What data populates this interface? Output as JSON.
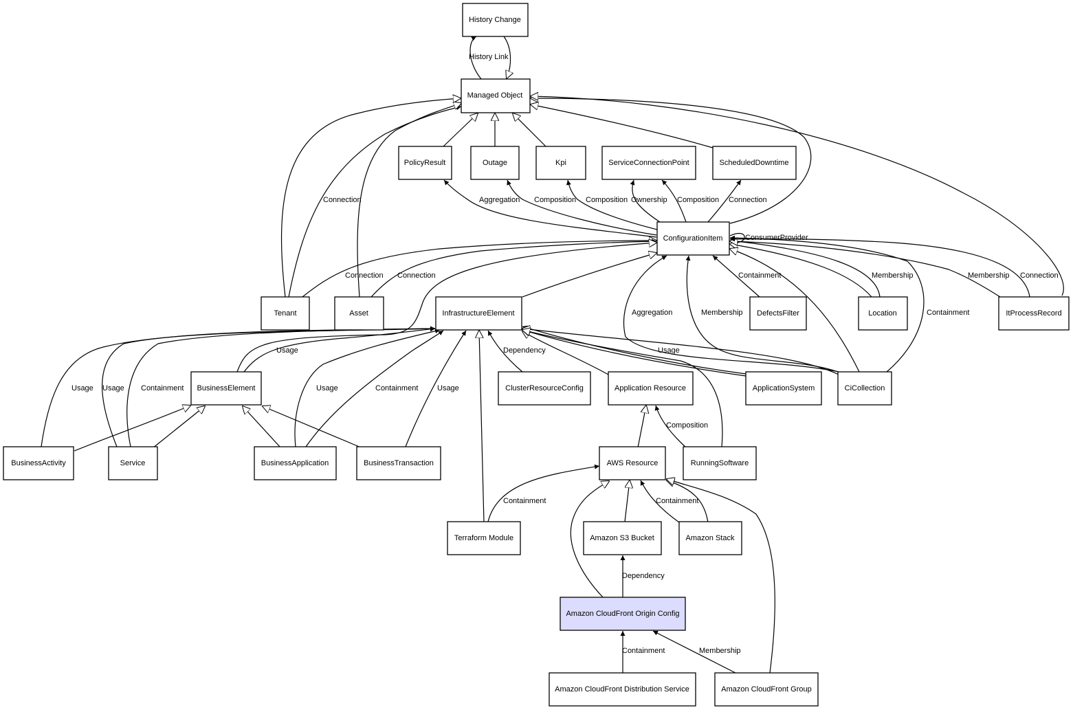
{
  "colors": {
    "node_fill": "#ffffff",
    "highlight_fill": "#dcdcff",
    "stroke": "#000000"
  },
  "nodes": {
    "history_change": "History Change",
    "managed_object": "Managed Object",
    "policy_result": "PolicyResult",
    "outage": "Outage",
    "kpi": "Kpi",
    "service_connection_point": "ServiceConnectionPoint",
    "scheduled_downtime": "ScheduledDowntime",
    "configuration_item": "ConfigurationItem",
    "tenant": "Tenant",
    "asset": "Asset",
    "infrastructure_element": "InfrastructureElement",
    "defects_filter": "DefectsFilter",
    "location": "Location",
    "it_process_record": "ItProcessRecord",
    "business_element": "BusinessElement",
    "cluster_resource_config": "ClusterResourceConfig",
    "application_resource": "Application Resource",
    "application_system": "ApplicationSystem",
    "ci_collection": "CiCollection",
    "business_activity": "BusinessActivity",
    "service": "Service",
    "business_application": "BusinessApplication",
    "business_transaction": "BusinessTransaction",
    "aws_resource": "AWS Resource",
    "running_software": "RunningSoftware",
    "terraform_module": "Terraform Module",
    "amazon_s3_bucket": "Amazon S3 Bucket",
    "amazon_stack": "Amazon Stack",
    "amazon_cloudfront_origin_config": "Amazon CloudFront Origin Config",
    "amazon_cloudfront_distribution_service": "Amazon CloudFront Distribution Service",
    "amazon_cloudfront_group": "Amazon CloudFront Group"
  },
  "edge_labels": {
    "history_link": "History Link",
    "aggregation_policy": "Aggregation",
    "composition_outage": "Composition",
    "composition_kpi": "Composition",
    "ownership_scp": "Ownership",
    "composition_scp": "Composition",
    "connection_sd": "Connection",
    "consumer_provider": "ConsumerProvider",
    "connection_tenant_mo": "Connection",
    "connection_tenant_ci": "Connection",
    "connection_asset_ci": "Connection",
    "containment_defects": "Containment",
    "membership_location": "Membership",
    "membership_itpr": "Membership",
    "connection_itpr": "Connection",
    "aggregation_cic": "Aggregation",
    "membership_cic": "Membership",
    "containment_cic": "Containment",
    "usage_be": "Usage",
    "dependency_crc": "Dependency",
    "usage_as": "Usage",
    "usage_ba_act": "Usage",
    "usage_service": "Usage",
    "containment_service": "Containment",
    "usage_bapp": "Usage",
    "containment_bapp": "Containment",
    "usage_bt": "Usage",
    "composition_rs": "Composition",
    "containment_terraform": "Containment",
    "containment_stack": "Containment",
    "dependency_s3": "Dependency",
    "containment_cfds": "Containment",
    "membership_cfg": "Membership"
  }
}
